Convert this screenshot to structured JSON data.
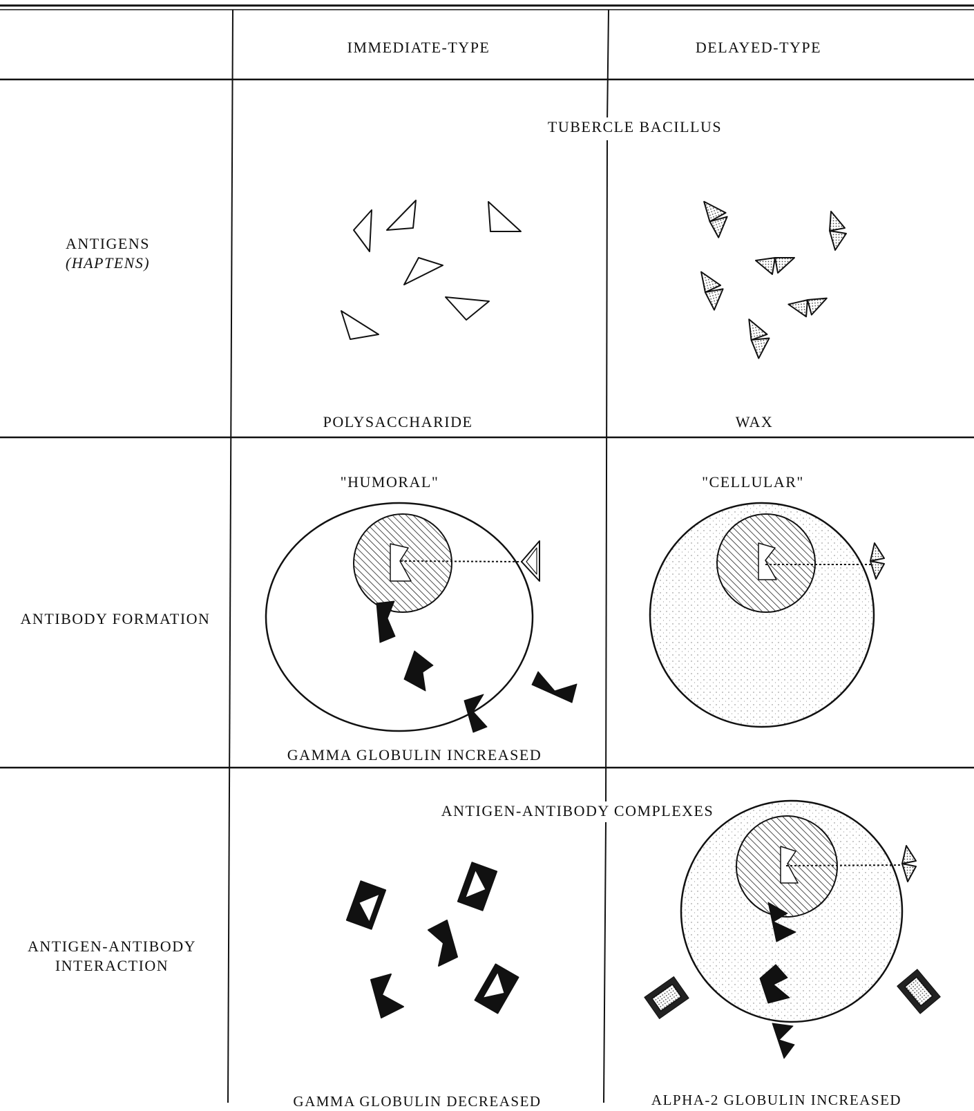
{
  "columns": {
    "immediate": "IMMEDIATE-TYPE",
    "delayed": "DELAYED-TYPE"
  },
  "rows": {
    "antigens": {
      "line1": "ANTIGENS",
      "line2": "(HAPTENS)",
      "spanning_label": "TUBERCLE BACILLUS",
      "immediate_caption": "POLYSACCHARIDE",
      "delayed_caption": "WAX"
    },
    "antibody_formation": {
      "label": "ANTIBODY FORMATION",
      "immediate_title": "\"HUMORAL\"",
      "delayed_title": "\"CELLULAR\"",
      "immediate_caption": "GAMMA GLOBULIN INCREASED"
    },
    "interaction": {
      "line1": "ANTIGEN-ANTIBODY",
      "line2": "INTERACTION",
      "spanning_label": "ANTIGEN-ANTIBODY COMPLEXES",
      "immediate_caption": "GAMMA GLOBULIN DECREASED",
      "delayed_caption": "ALPHA-2 GLOBULIN INCREASED"
    }
  },
  "colors": {
    "ink": "#111111",
    "paper": "#ffffff"
  }
}
